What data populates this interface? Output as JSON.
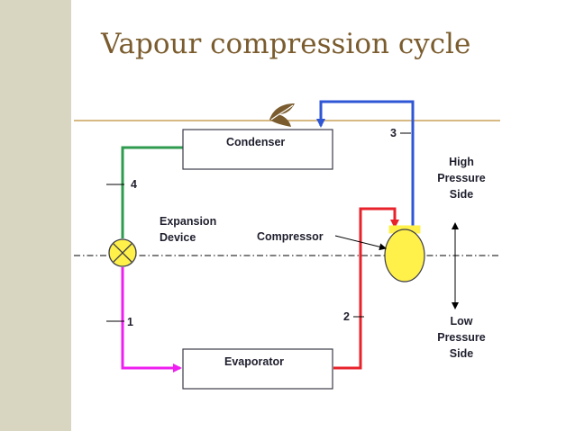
{
  "slide": {
    "title": "Vapour compression cycle",
    "accent_color": "#c9a25a",
    "title_color": "#7a5c2e",
    "bullet_icon": "ornate-leaf-bullet-icon"
  },
  "diagram": {
    "condenser_label": "Condenser",
    "evaporator_label": "Evaporator",
    "expansion_label_line1": "Expansion",
    "expansion_label_line2": "Device",
    "compressor_label": "Compressor",
    "state_points": [
      "1",
      "2",
      "3",
      "4"
    ],
    "high_side_lines": [
      "High",
      "Pressure",
      "Side"
    ],
    "low_side_lines": [
      "Low",
      "Pressure",
      "Side"
    ],
    "pipe_colors": {
      "condenser_to_valve": "#2e9b4e",
      "valve_to_evaporator": "#ee1ff0",
      "evaporator_to_compressor": "#e8222b",
      "compressor_to_condenser": "#2f56d4"
    },
    "compressor_fill": "#fff04a"
  }
}
